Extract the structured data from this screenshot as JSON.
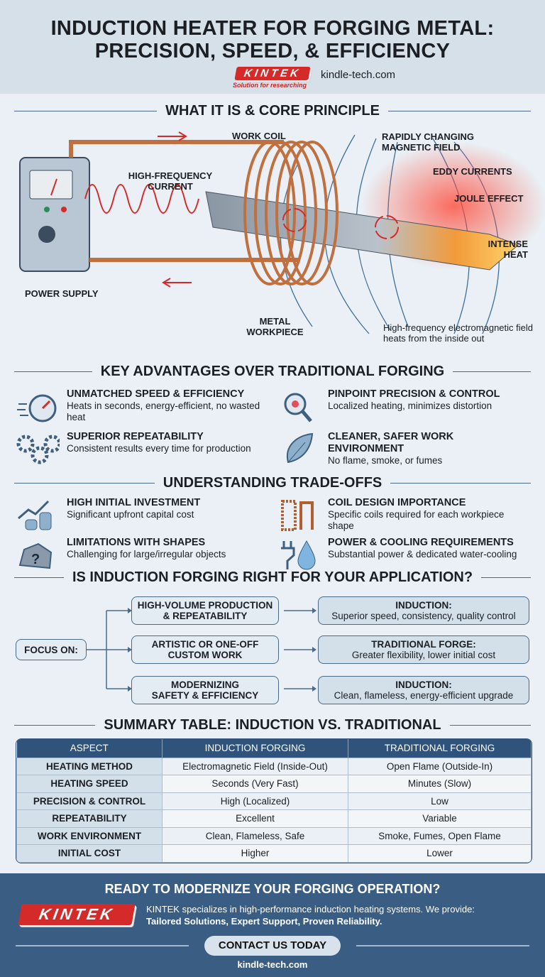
{
  "header": {
    "title_line1": "INDUCTION HEATER FOR FORGING METAL:",
    "title_line2": "PRECISION, SPEED, & EFFICIENCY",
    "logo_text": "KINTEK",
    "logo_tagline": "Solution for researching",
    "website": "kindle-tech.com"
  },
  "principle": {
    "heading": "WHAT IT IS & CORE PRINCIPLE",
    "labels": {
      "work_coil": "WORK COIL",
      "magnetic_field": "RAPIDLY CHANGING MAGNETIC FIELD",
      "current": "HIGH-FREQUENCY CURRENT",
      "eddy": "EDDY CURRENTS",
      "joule": "JOULE EFFECT",
      "heat": "INTENSE HEAT",
      "power": "POWER SUPPLY",
      "workpiece": "METAL WORKPIECE",
      "caption": "High-frequency electromagnetic field heats from the inside out"
    }
  },
  "advantages": {
    "heading": "KEY ADVANTAGES OVER TRADITIONAL FORGING",
    "items": [
      {
        "icon": "stopwatch-icon",
        "title": "UNMATCHED SPEED & EFFICIENCY",
        "desc": "Heats in seconds, energy-efficient, no wasted heat"
      },
      {
        "icon": "target-magnifier-icon",
        "title": "PINPOINT PRECISION & CONTROL",
        "desc": "Localized heating, minimizes distortion"
      },
      {
        "icon": "gears-icon",
        "title": "SUPERIOR REPEATABILITY",
        "desc": "Consistent results every time for production"
      },
      {
        "icon": "leaf-icon",
        "title": "CLEANER, SAFER WORK ENVIRONMENT",
        "desc": "No flame, smoke, or fumes"
      }
    ]
  },
  "tradeoffs": {
    "heading": "UNDERSTANDING TRADE-OFFS",
    "items": [
      {
        "icon": "coins-chart-icon",
        "title": "HIGH INITIAL INVESTMENT",
        "desc": "Significant upfront capital cost"
      },
      {
        "icon": "coil-icon",
        "title": "COIL DESIGN IMPORTANCE",
        "desc": "Specific coils required for each workpiece shape"
      },
      {
        "icon": "rock-question-icon",
        "title": "LIMITATIONS WITH SHAPES",
        "desc": "Challenging for large/irregular objects"
      },
      {
        "icon": "plug-water-icon",
        "title": "POWER & COOLING REQUIREMENTS",
        "desc": "Substantial power & dedicated water-cooling"
      }
    ]
  },
  "decision": {
    "heading": "IS INDUCTION FORGING RIGHT FOR YOUR APPLICATION?",
    "focus": "FOCUS ON:",
    "rows": [
      {
        "condition_l1": "HIGH-VOLUME PRODUCTION",
        "condition_l2": "& REPEATABILITY",
        "result_title": "INDUCTION:",
        "result_desc": "Superior speed, consistency, quality control"
      },
      {
        "condition_l1": "ARTISTIC OR ONE-OFF",
        "condition_l2": "CUSTOM WORK",
        "result_title": "TRADITIONAL FORGE:",
        "result_desc": "Greater flexibility, lower initial cost"
      },
      {
        "condition_l1": "MODERNIZING",
        "condition_l2": "SAFETY & EFFICIENCY",
        "result_title": "INDUCTION:",
        "result_desc": "Clean, flameless, energy-efficient upgrade"
      }
    ]
  },
  "summary": {
    "heading": "SUMMARY TABLE: INDUCTION VS. TRADITIONAL",
    "columns": [
      "ASPECT",
      "INDUCTION FORGING",
      "TRADITIONAL FORGING"
    ],
    "rows": [
      [
        "HEATING METHOD",
        "Electromagnetic Field (Inside-Out)",
        "Open Flame (Outside-In)"
      ],
      [
        "HEATING SPEED",
        "Seconds (Very Fast)",
        "Minutes (Slow)"
      ],
      [
        "PRECISION & CONTROL",
        "High (Localized)",
        "Low"
      ],
      [
        "REPEATABILITY",
        "Excellent",
        "Variable"
      ],
      [
        "WORK ENVIRONMENT",
        "Clean, Flameless, Safe",
        "Smoke, Fumes, Open Flame"
      ],
      [
        "INITIAL COST",
        "Higher",
        "Lower"
      ]
    ]
  },
  "footer": {
    "heading": "READY TO MODERNIZE YOUR FORGING OPERATION?",
    "logo_text": "KINTEK",
    "text_l1": "KINTEK specializes in high-performance induction heating systems. We provide:",
    "text_l2": "Tailored Solutions, Expert Support, Proven Reliability.",
    "cta": "CONTACT US TODAY",
    "website": "kindle-tech.com"
  },
  "colors": {
    "accent_red": "#d42a2a",
    "navy": "#2f537a",
    "footer_bg": "#3a5e83",
    "copper": "#c0703f"
  }
}
